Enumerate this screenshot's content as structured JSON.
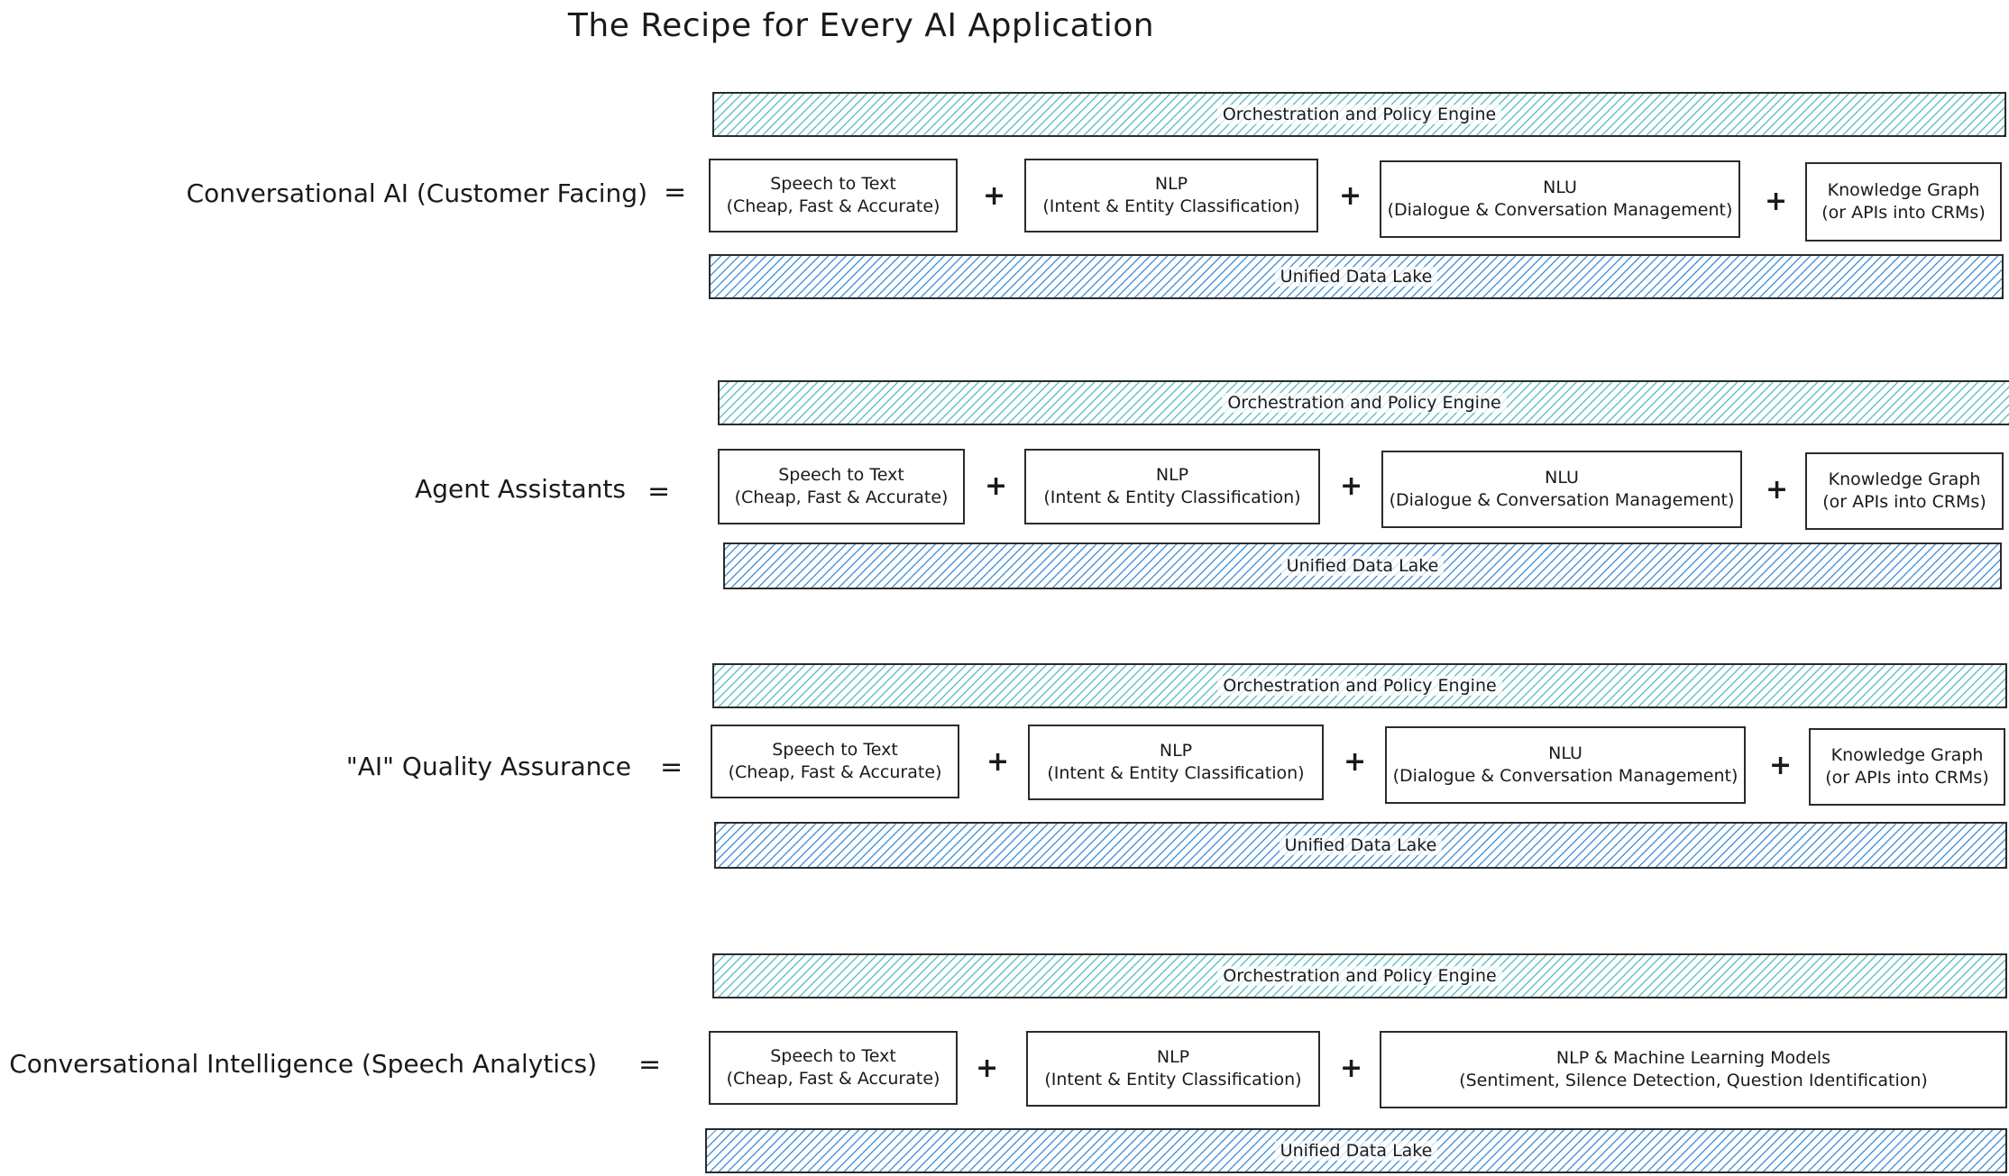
{
  "title": "The Recipe for Every AI Application",
  "layers": {
    "orchestration": "Orchestration and Policy Engine",
    "data_lake": "Unified Data Lake"
  },
  "equals": "=",
  "plus": "+",
  "components": {
    "stt": {
      "line1": "Speech to Text",
      "line2": "(Cheap, Fast & Accurate)"
    },
    "nlp": {
      "line1": "NLP",
      "line2": "(Intent & Entity Classification)"
    },
    "nlu": {
      "line1": "NLU",
      "line2": "(Dialogue & Conversation Management)"
    },
    "kg": {
      "line1": "Knowledge Graph",
      "line2": "(or APIs into CRMs)"
    },
    "ml": {
      "line1": "NLP & Machine Learning Models",
      "line2": "(Sentiment, Silence Detection, Question Identification)"
    }
  },
  "rows": [
    {
      "label": "Conversational AI (Customer Facing)"
    },
    {
      "label": "Agent Assistants"
    },
    {
      "label": "\"AI\" Quality Assurance"
    },
    {
      "label": "Conversational Intelligence (Speech Analytics)"
    }
  ]
}
